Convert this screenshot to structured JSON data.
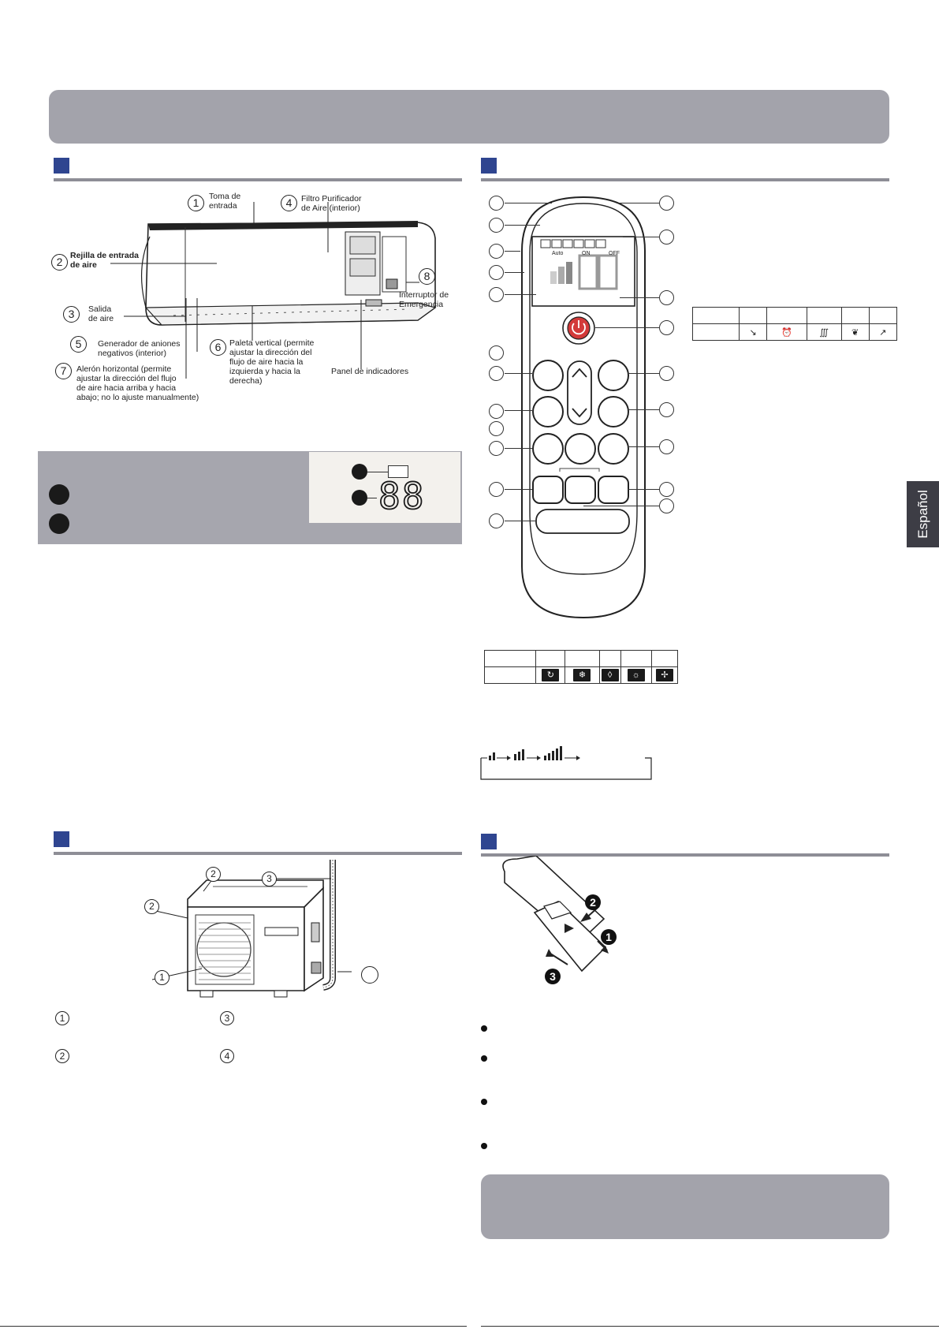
{
  "sidebar_tab": "Español",
  "indoor_unit": {
    "labels": [
      {
        "n": "1",
        "text": "Toma de\nentrada"
      },
      {
        "n": "4",
        "text": "Filtro Purificador\nde Aire (interior)"
      },
      {
        "n": "2",
        "text": "Rejilla de entrada\nde aire"
      },
      {
        "n": "8",
        "text": "Interruptor de\nEmergencia"
      },
      {
        "n": "3",
        "text": "Salida\nde aire"
      },
      {
        "n": "5",
        "text": "Generador de aniones\nnegativos (interior)"
      },
      {
        "n": "6",
        "text": "Paleta vertical (permite\najustar la dirección del\nflujo de aire hacia la\nizquierda y hacia la\nderecha)"
      },
      {
        "n": "7",
        "text": "Alerón horizontal (permite\najustar la dirección del flujo\nde aire hacia arriba y hacia\nabajo; no lo ajuste manualmente)"
      },
      {
        "n": "",
        "text": "Panel de indicadores"
      }
    ]
  },
  "display": {
    "digits": "88"
  },
  "remote": {
    "lcd_text": {
      "auto": "Auto",
      "on": "ON",
      "off": "OFF"
    }
  },
  "outdoor_unit": {
    "numbers": [
      "2",
      "3",
      "2",
      "1"
    ],
    "legend_numbers": [
      "1",
      "3",
      "2",
      "4"
    ]
  },
  "battery": {
    "steps": [
      "2",
      "1",
      "3"
    ]
  },
  "icons": {
    "table_right": [
      "swing-icon",
      "clock-icon",
      "heat-coil-icon",
      "leaf-icon",
      "airflow-icon"
    ],
    "table_bottom": [
      "auto-mode-icon",
      "cool-mode-icon",
      "dry-mode-icon",
      "heat-mode-icon",
      "fan-mode-icon"
    ]
  }
}
